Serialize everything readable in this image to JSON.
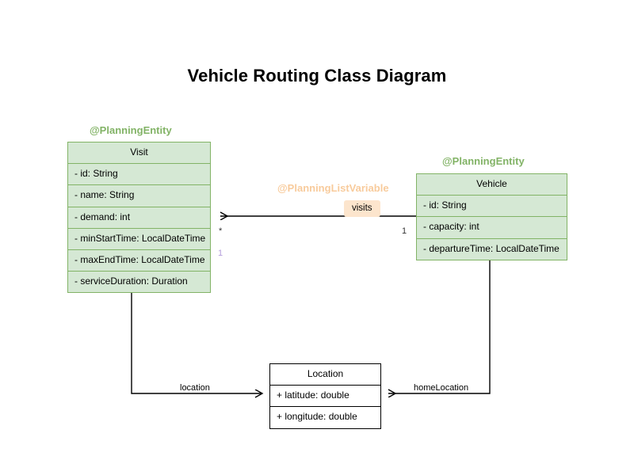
{
  "title": "Vehicle Routing Class Diagram",
  "colors": {
    "entity_fill": "#d5e8d4",
    "entity_border": "#82b366",
    "stereotype_entity": "#82b366",
    "stereotype_listvariable": "#f8cb9c",
    "badge_fill": "#fce5cd",
    "plain_fill": "#ffffff",
    "plain_border": "#000000",
    "edge": "#000000",
    "multiplicity_muted": "#b39ddb"
  },
  "classes": [
    {
      "id": "visit",
      "name": "Visit",
      "stereotype": "@PlanningEntity",
      "style": "entity",
      "attributes": [
        "- id: String",
        "- name: String",
        "- demand: int",
        "- minStartTime: LocalDateTime",
        "- maxEndTime: LocalDateTime",
        "- serviceDuration: Duration"
      ]
    },
    {
      "id": "vehicle",
      "name": "Vehicle",
      "stereotype": "@PlanningEntity",
      "style": "entity",
      "attributes": [
        "- id: String",
        "- capacity: int",
        "- departureTime: LocalDateTime"
      ]
    },
    {
      "id": "location",
      "name": "Location",
      "stereotype": "",
      "style": "plain",
      "attributes": [
        "+ latitude: double",
        "+ longitude: double"
      ]
    }
  ],
  "associations": [
    {
      "id": "visits",
      "label": "visits",
      "stereotype": "@PlanningListVariable",
      "from": "vehicle",
      "to": "visit",
      "source_multiplicity": "1",
      "target_multiplicity": "*",
      "extra_multiplicity": "1"
    },
    {
      "id": "location",
      "label": "location",
      "from": "visit",
      "to": "location"
    },
    {
      "id": "homeLocation",
      "label": "homeLocation",
      "from": "vehicle",
      "to": "location"
    }
  ],
  "multiplicities": {
    "visit_star": "*",
    "visit_one": "1",
    "vehicle_one": "1"
  }
}
